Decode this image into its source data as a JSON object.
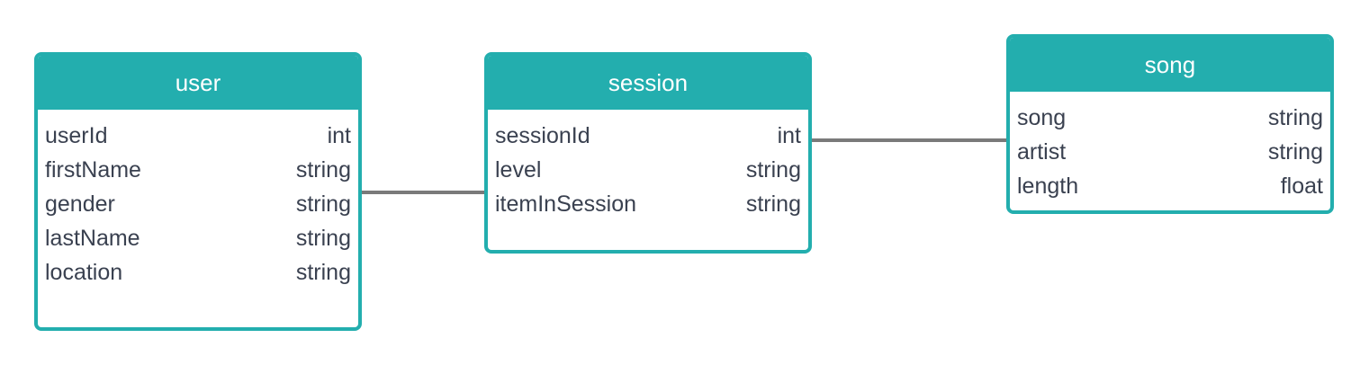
{
  "colors": {
    "header": "#23aeae",
    "border": "#23aeae",
    "connector": "#7a7a7a",
    "text": "#3a4150"
  },
  "entities": {
    "user": {
      "title": "user",
      "fields": [
        {
          "name": "userId",
          "type": "int"
        },
        {
          "name": "firstName",
          "type": "string"
        },
        {
          "name": "gender",
          "type": "string"
        },
        {
          "name": "lastName",
          "type": "string"
        },
        {
          "name": "location",
          "type": "string"
        }
      ]
    },
    "session": {
      "title": "session",
      "fields": [
        {
          "name": "sessionId",
          "type": "int"
        },
        {
          "name": "level",
          "type": "string"
        },
        {
          "name": "itemInSession",
          "type": "string"
        }
      ]
    },
    "song": {
      "title": "song",
      "fields": [
        {
          "name": "song",
          "type": "string"
        },
        {
          "name": "artist",
          "type": "string"
        },
        {
          "name": "length",
          "type": "float"
        }
      ]
    }
  },
  "relationships": [
    {
      "from": "user",
      "to": "session"
    },
    {
      "from": "session",
      "to": "song"
    }
  ]
}
